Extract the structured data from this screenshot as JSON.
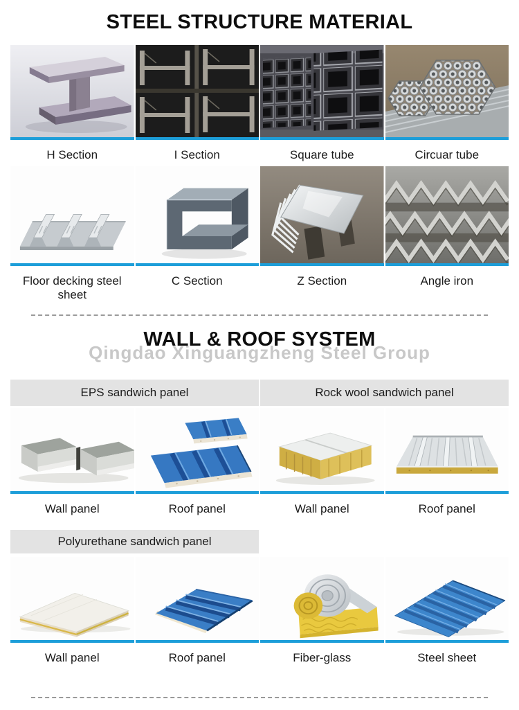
{
  "colors": {
    "accent_blue": "#1d9ed9",
    "group_header_bg": "#e3e3e3",
    "watermark_gray": "#c8c8c8",
    "divider_gray": "#9a9a9a",
    "title_black": "#0d0d0d"
  },
  "steel_section": {
    "title": "STEEL STRUCTURE MATERIAL",
    "items": [
      {
        "label": "H Section"
      },
      {
        "label": "I Section"
      },
      {
        "label": "Square tube"
      },
      {
        "label": "Circuar tube"
      },
      {
        "label": "Floor decking steel sheet"
      },
      {
        "label": "C Section"
      },
      {
        "label": "Z Section"
      },
      {
        "label": "Angle iron"
      }
    ]
  },
  "wall_roof_section": {
    "title": "WALL & ROOF SYSTEM",
    "watermark": "Qingdao Xinguangzheng Steel Group",
    "group_headers": [
      {
        "label": "EPS sandwich panel"
      },
      {
        "label": "Rock wool sandwich panel"
      },
      {
        "label": "Polyurethane sandwich panel"
      }
    ],
    "row1_items": [
      {
        "label": "Wall panel"
      },
      {
        "label": "Roof panel"
      },
      {
        "label": "Wall panel"
      },
      {
        "label": "Roof panel"
      }
    ],
    "row2_items": [
      {
        "label": "Wall panel"
      },
      {
        "label": "Roof panel"
      },
      {
        "label": "Fiber-glass"
      },
      {
        "label": "Steel sheet"
      }
    ]
  }
}
